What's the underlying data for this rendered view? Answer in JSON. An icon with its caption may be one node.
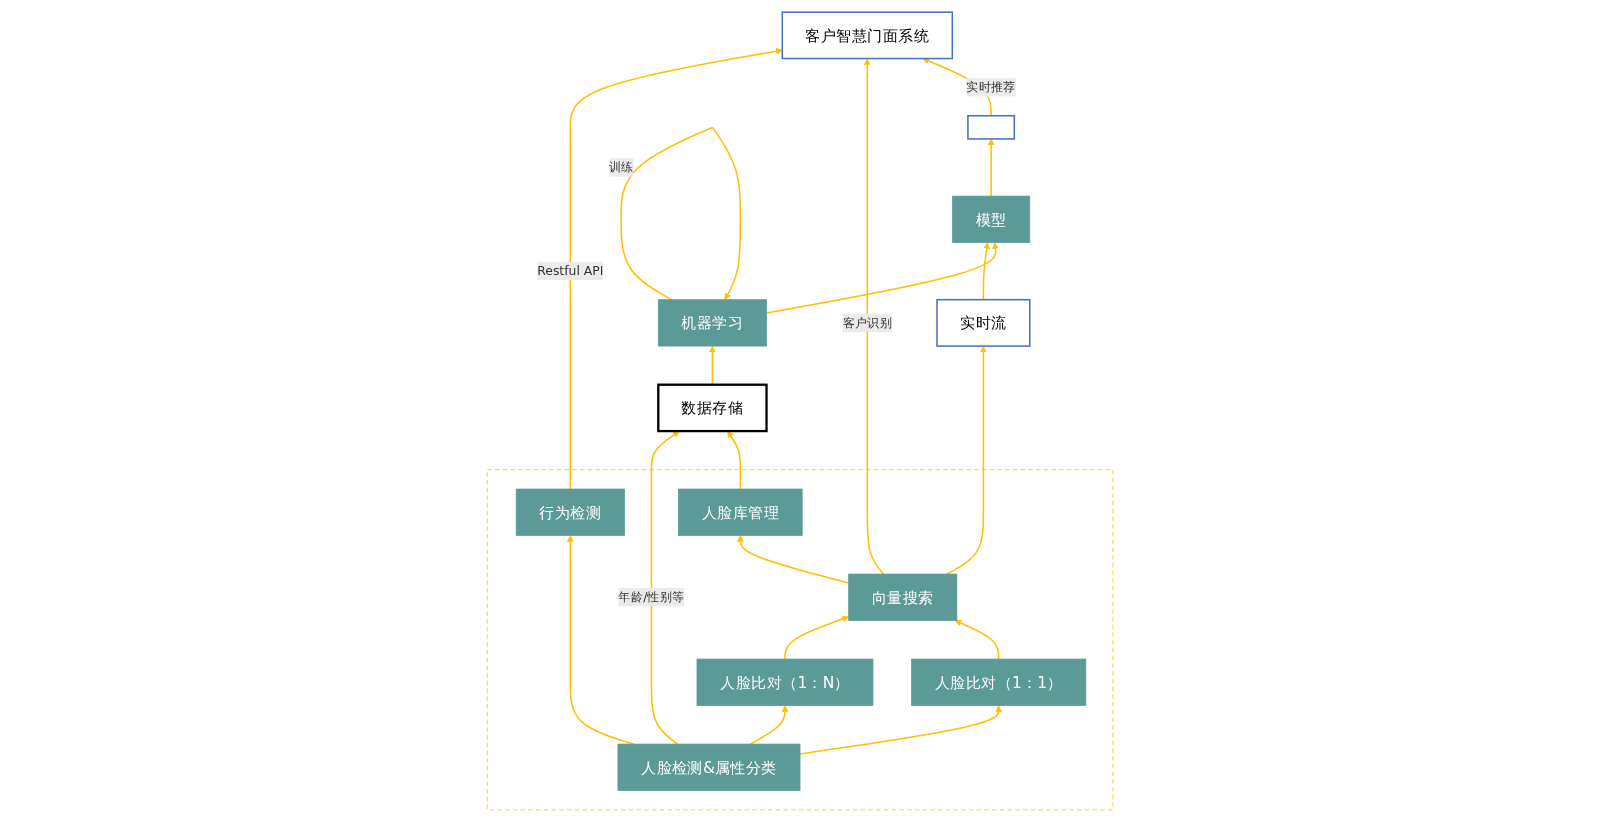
{
  "diagram": {
    "nodes": [
      {
        "text": [
          "客户智慧门面系统"
        ]
      },
      {
        "text": [],
        "shape": "box"
      },
      {
        "text": [
          "人脸检测&属性分类"
        ],
        "in": 1
      },
      {
        "text": [
          "行为检测"
        ],
        "in": 1
      },
      {
        "text": [
          "人脸比对（1：N）"
        ],
        "in": 1
      },
      {
        "text": [
          "人脸比对（1：1）"
        ],
        "in": 1
      },
      {
        "text": [
          "向量搜索"
        ],
        "in": 1
      },
      {
        "text": [
          "人脸库管理"
        ],
        "in": 1
      },
      {
        "text": [
          "实时流"
        ]
      },
      {
        "text": [
          "模型"
        ]
      },
      {
        "text": [
          "机器学习"
        ]
      },
      {
        "text": [],
        "shape": "box"
      },
      {
        "text": [
          "数据存储"
        ]
      }
    ],
    "edges": [
      {
        "from": 2,
        "to": 3,
        "arrow": "to"
      },
      {
        "from": 2,
        "to": 4,
        "arrow": "to"
      },
      {
        "from": 2,
        "to": 5,
        "arrow": "to"
      },
      {
        "from": 4,
        "to": 6,
        "arrow": "to"
      },
      {
        "from": 5,
        "to": 6,
        "arrow": "to"
      },
      {
        "from": 3,
        "to": 0,
        "label": "Restful API",
        "arrow": "to"
      },
      {
        "from": 6,
        "to": 0,
        "label": "客户识别",
        "arrow": "to"
      },
      {
        "from": 6,
        "to": 7,
        "arrow": "to"
      },
      {
        "from": 6,
        "to": 8,
        "arrow": "to"
      },
      {
        "from": 8,
        "to": 9,
        "arrow": "to"
      },
      {
        "from": 10,
        "to": 9,
        "arrow": "to"
      },
      {
        "from": 10,
        "to": 10,
        "label": "训练",
        "arrow": "to"
      },
      {
        "from": 12,
        "to": 10,
        "arrow": "to"
      },
      {
        "from": 9,
        "to": 11,
        "arrow": "to"
      },
      {
        "from": 11,
        "to": 0,
        "label": "实时推荐",
        "arrow": "to"
      },
      {
        "from": 2,
        "to": 12,
        "label": "年龄/性别等",
        "arrow": "to"
      },
      {
        "from": 7,
        "to": 12,
        "arrow": "to"
      }
    ]
  }
}
